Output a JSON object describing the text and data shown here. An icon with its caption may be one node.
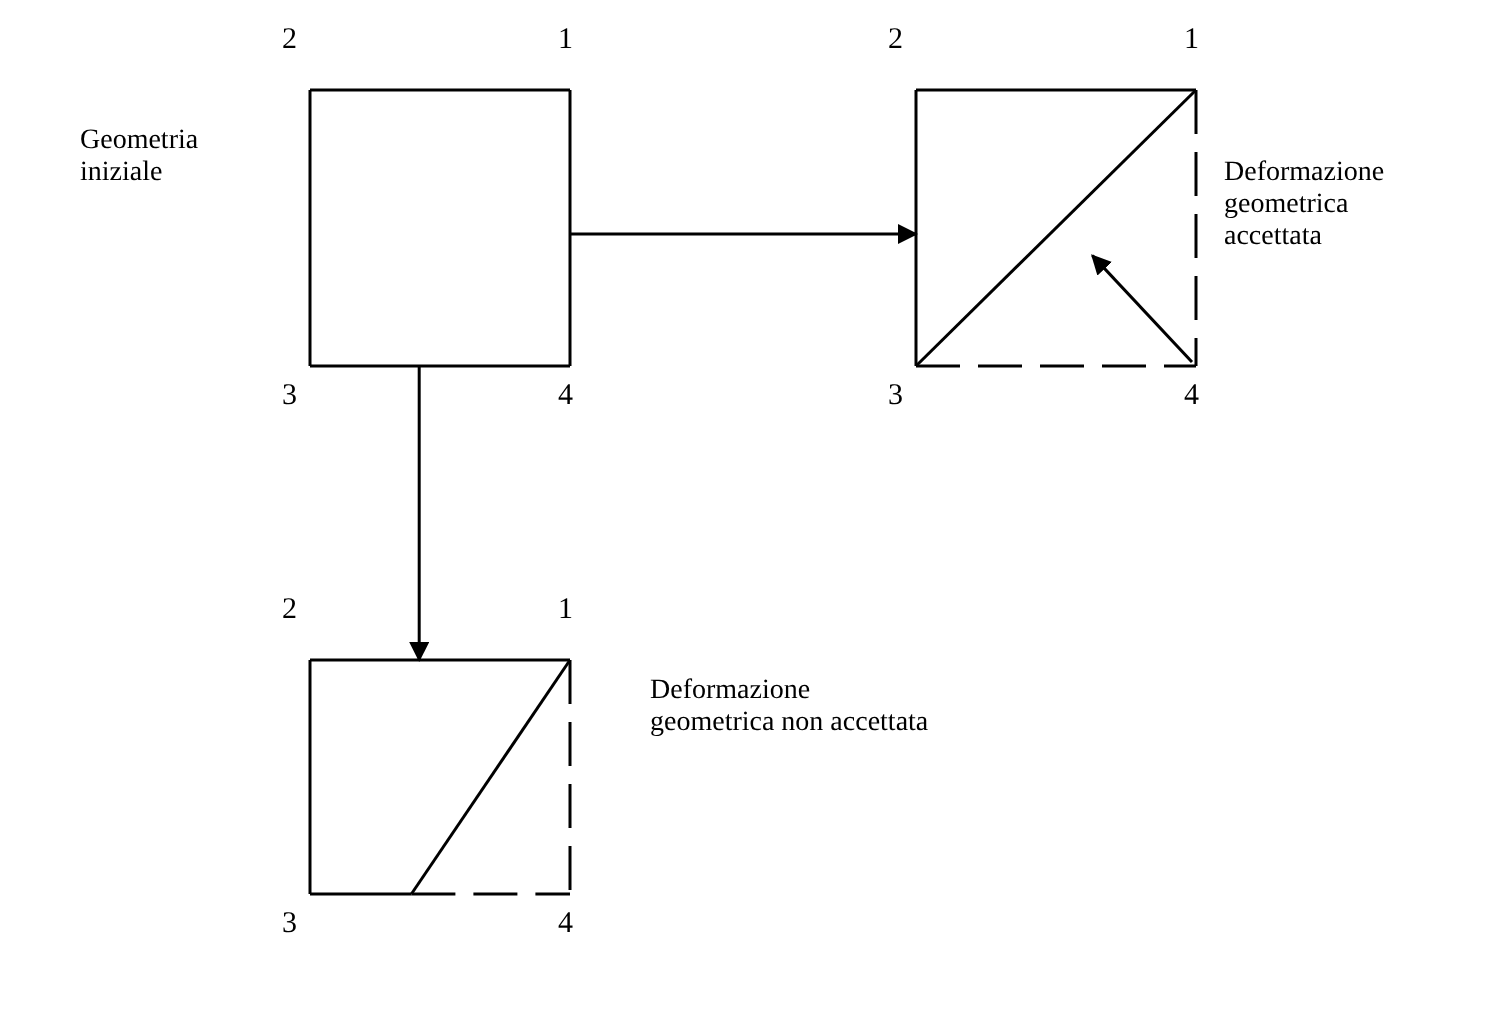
{
  "diagram": {
    "nodes": [
      {
        "text": [],
        "shape": "box",
        "beside": [
          "Geometria iniziale",
          "2",
          "1",
          "3",
          "4"
        ]
      },
      {
        "text": [],
        "shape": "box",
        "beside": [
          "Deformazione geometrica accettata",
          "2",
          "1",
          "3",
          "4"
        ]
      },
      {
        "text": [],
        "shape": "box",
        "beside": [
          "Deformazione geometrica non accettata",
          "2",
          "1",
          "3",
          "4"
        ]
      }
    ],
    "edges": [
      {
        "from": 0,
        "to": 1,
        "arrow": "to"
      },
      {
        "from": 0,
        "to": 2,
        "arrow": "to"
      }
    ]
  }
}
